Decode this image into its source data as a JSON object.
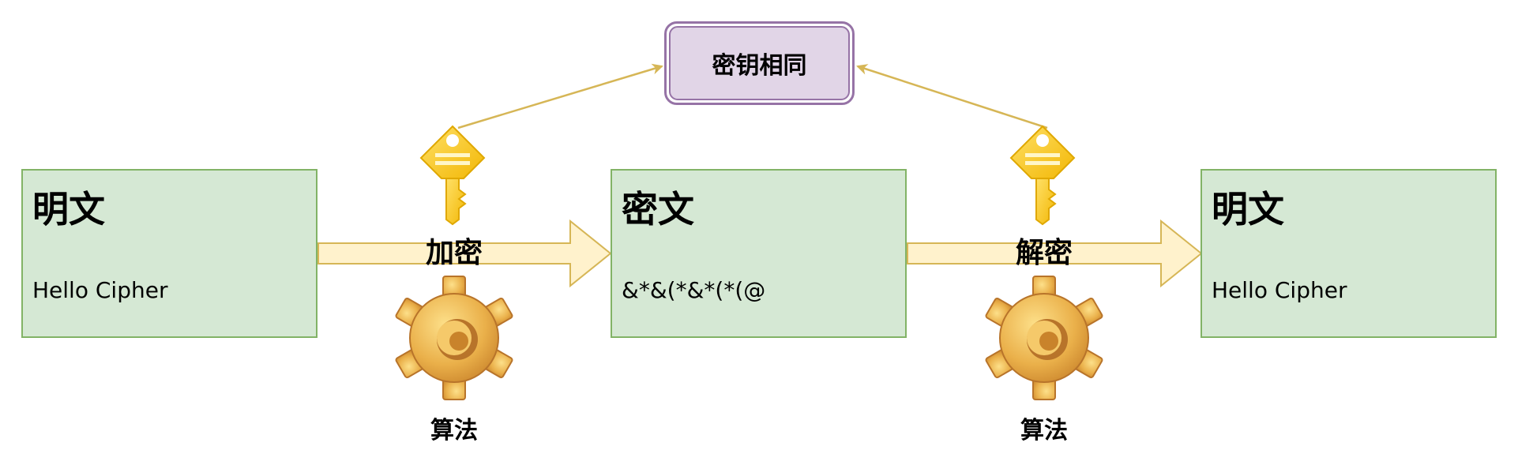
{
  "boxes": {
    "plaintext_left": {
      "title": "明文",
      "content": "Hello Cipher"
    },
    "ciphertext": {
      "title": "密文",
      "content": "&*&(*&*(*(@"
    },
    "plaintext_right": {
      "title": "明文",
      "content": "Hello Cipher"
    }
  },
  "key_box": {
    "label": "密钥相同"
  },
  "operations": {
    "encrypt": {
      "label": "加密",
      "algorithm": "算法"
    },
    "decrypt": {
      "label": "解密",
      "algorithm": "算法"
    }
  },
  "colors": {
    "box_fill": "#d5e8d4",
    "box_border": "#82b366",
    "arrow_fill": "#fff2cc",
    "arrow_border": "#d6b656",
    "key_box_fill": "#e1d5e7",
    "key_box_border": "#9673a6",
    "key_icon": "#f5c518",
    "gear_icon": "#e8a93a"
  },
  "icons": [
    "key-icon",
    "gear-icon"
  ]
}
